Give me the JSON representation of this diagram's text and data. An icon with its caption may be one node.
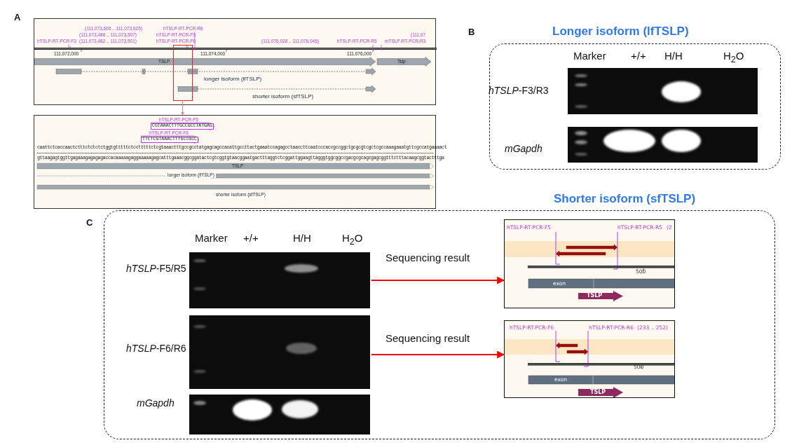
{
  "diagram": {
    "nodes": [
      {
        "text": [
          "(111,073,606 .. 111,073,625)",
          "hTSLP-RT-PCR-R6",
          "(111,073,486 .. 111,073,507)",
          "hTSLP-RT-PCR-F5",
          "hTSLP-RT-PCR-F3",
          "(111,073,482 .. 111,073,501)",
          "hTSLP-RT-PCR-F6",
          "(111,076,028 .. 111,076,046)",
          "hTSLP-RT-PCR-R5",
          "mTSLP-RT-PCR-R3",
          "(111,07",
          "111,072,000",
          "111,074,000",
          "111,076,000",
          "TSLP",
          "Tslp",
          "longer isoform (lfTSLP)",
          "shorter isoform (sfTSLP)"
        ]
      },
      {
        "text": [],
        "shape": "box",
        "in": 0
      },
      {
        "text": [
          "hTSLP-RT-PCR-F5",
          "CGTAAACTTTGCCGCCTATGAG",
          "hTSLP-RT-PCR-F6",
          "TTCTCGTAAACTTTGCCGCC",
          "caattctcaccaactctttctctctctggtgtttttctcctttttctcgtaaactttgccgcctatgagcagccacattgccttactgaaatccagagcctaaccttcaatcccaccgccggctgcgcgtcgctcgccaaagaaatgttcgccatgaaaact",
          "gttaagagtggttgagaaagagagagaccacaaaaagaggaaaaagagcatttgaaacggcggatactcgtcggtgtaacggaatgactttaggtctcggattggaagttagggtggcggccgacgcgcagcgagcggtttctttacaagcggtactttga",
          "TSLP",
          "longer isoform (lfTSLP)",
          "shorter isoform (sfTSLP)"
        ]
      },
      {
        "text": [
          "Longer isoform (lfTSLP)"
        ]
      },
      {
        "text": [],
        "shape": "picture",
        "in": 3,
        "beside": [
          "*hTSLP*-F3/R3"
        ]
      },
      {
        "text": [],
        "shape": "picture",
        "in": 3,
        "beside": [
          "mGapdh"
        ]
      },
      {
        "text": [
          "Shorter isoform (sfTSLP)"
        ]
      },
      {
        "text": [],
        "shape": "picture",
        "in": 6,
        "beside": [
          "*hTSLP*-F5/R5"
        ]
      },
      {
        "text": [],
        "shape": "picture",
        "in": 6,
        "beside": [
          "*hTSLP*-F6/R6"
        ]
      },
      {
        "text": [],
        "shape": "picture",
        "in": 6,
        "beside": [
          "mGapdh"
        ]
      },
      {
        "text": [
          "hTSLP-RT-PCR-F5",
          "hTSLP-RT-PCR-R5",
          "(2",
          "500",
          "exon",
          "TSLP"
        ],
        "in": 6
      },
      {
        "text": [
          "hTSLP-RT-PCR-F6",
          "hTSLP-RT-PCR-R6",
          "(233 .. 252)",
          "500",
          "exon",
          "TSLP"
        ],
        "in": 6
      }
    ],
    "edges": [
      {
        "from": 1,
        "to": 2,
        "arrow": "to",
        "color": "#f08080"
      },
      {
        "from": 7,
        "to": 10,
        "arrow": "to",
        "label": "Sequencing result"
      },
      {
        "from": 8,
        "to": 11,
        "arrow": "to",
        "label": "Sequencing result"
      }
    ],
    "labels": [
      "A",
      "B",
      "Marker",
      "+/+",
      "H/H",
      "H$_{2}$O",
      "C",
      "Marker",
      "+/+",
      "H/H",
      "H$_{2}$O"
    ]
  }
}
